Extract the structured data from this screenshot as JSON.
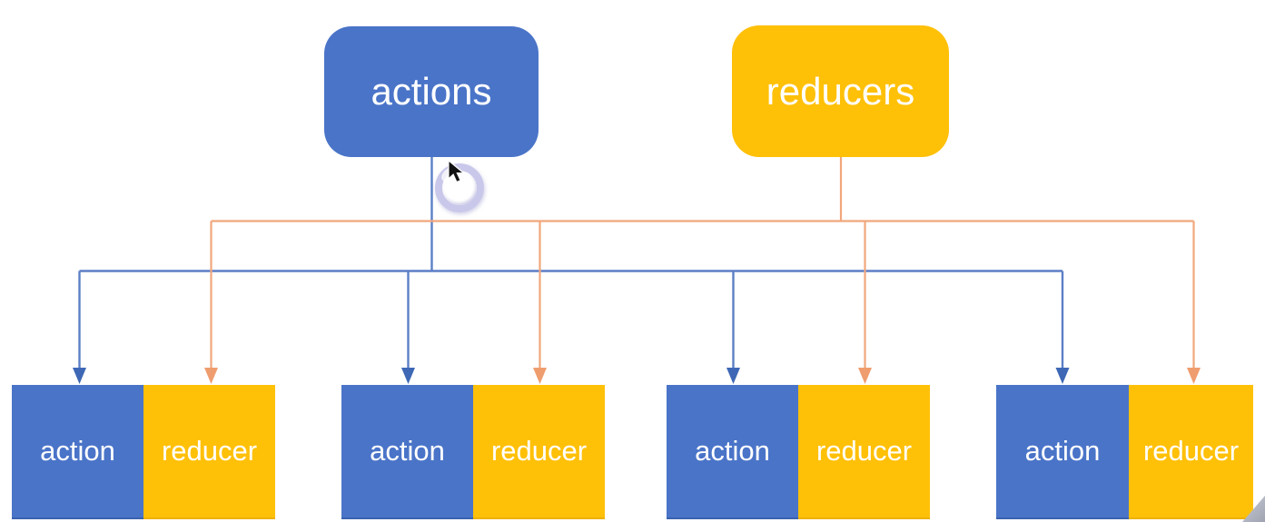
{
  "diagram": {
    "top_nodes": [
      {
        "label": "actions",
        "role": "source of action lines"
      },
      {
        "label": "reducers",
        "role": "source of reducer lines"
      }
    ],
    "pairs": [
      {
        "action": "action",
        "reducer": "reducer"
      },
      {
        "action": "action",
        "reducer": "reducer"
      },
      {
        "action": "action",
        "reducer": "reducer"
      },
      {
        "action": "action",
        "reducer": "reducer"
      }
    ],
    "colors": {
      "action_blue_fill": "#4A74C8",
      "reducer_yellow_fill": "#FFC008",
      "blue_connector_line": "#5C7FC6",
      "blue_arrowhead": "#3E68B5",
      "orange_connector_line": "#F1A77C",
      "orange_arrowhead": "#EF9D6F",
      "label_text": "#FFFFFF",
      "background": "#FFFFFF"
    },
    "icons": {
      "busy_cursor": "black arrow pointer with lavender loading ring",
      "corner_artifact": "gray triangular sliver at bottom-right corner"
    }
  }
}
